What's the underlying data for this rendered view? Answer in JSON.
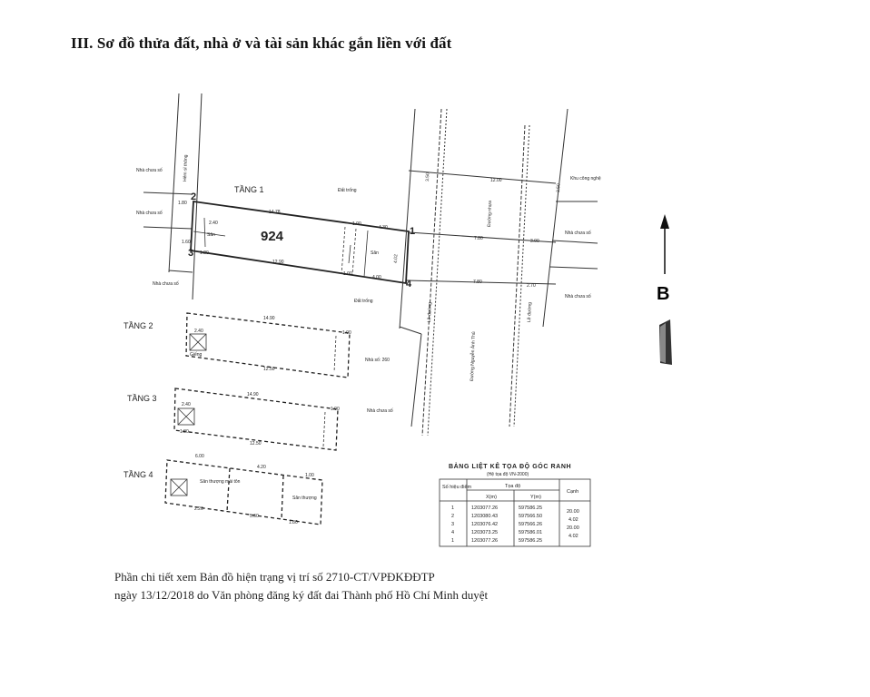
{
  "heading": "III. Sơ đồ thửa đất, nhà ở và tài sản khác gắn liền với đất",
  "plan": {
    "parcel_number": "924",
    "floors": [
      "TẦNG 1",
      "TẦNG 2",
      "TẦNG 3",
      "TẦNG 4"
    ],
    "corner_points": [
      "1",
      "2",
      "3",
      "4"
    ],
    "north_label": "B",
    "labels": {
      "nha_chua_so": "Nhà chưa số",
      "hem_thong": "Hẻm sỉ thông",
      "dat_trong": "Đất trống",
      "duong_nhua": "Đường nhựa",
      "le_duong": "Lề đường",
      "khu_dang": "Khu công nghệ",
      "nha_so": "Nhà số: 260",
      "san": "Sân",
      "gieng": "Giếng",
      "san_thuong_mai_ton": "Sân thượng mái tôn",
      "san_thuong": "Sân thượng",
      "street_name": "Đường Nguyễn Ảnh Thủ"
    },
    "dimensions": {
      "d1478": "14.78",
      "d1290": "12.90",
      "d240": "2.40",
      "d180": "1.80",
      "d160": "1.60",
      "d120": "1.20",
      "d100": "1.00",
      "d430": "4.30",
      "d402": "4.02",
      "d400": "4.00",
      "d350": "3.50",
      "d12": "12.00",
      "d780": "7.80",
      "d300": "3.00",
      "d270": "2.70",
      "d1490": "14.90",
      "d1250": "12.50",
      "d180b": "1.80",
      "d600": "6.00",
      "d560": "5.60",
      "d420": "4.20",
      "d220": "2.20",
      "d240b": "2.40"
    }
  },
  "coordinate_table": {
    "title": "BẢNG LIỆT KÊ TỌA ĐỘ GÓC RANH",
    "subtitle": "(Hệ tọa độ VN-2000)",
    "header_point": "Số hiệu điểm",
    "header_coord": "Tọa độ",
    "header_x": "X(m)",
    "header_y": "Y(m)",
    "header_edge": "Cạnh",
    "rows": [
      {
        "point": "1",
        "x": "1203077.26",
        "y": "597586.25",
        "edge": "20.00"
      },
      {
        "point": "2",
        "x": "1203080.43",
        "y": "597566.50",
        "edge": "4.02"
      },
      {
        "point": "3",
        "x": "1203076.42",
        "y": "597566.26",
        "edge": "20.00"
      },
      {
        "point": "4",
        "x": "1203073.25",
        "y": "597586.01",
        "edge": "4.02"
      },
      {
        "point": "1",
        "x": "1203077.26",
        "y": "597586.25",
        "edge": ""
      }
    ]
  },
  "footnote_line1": "Phần chi tiết xem Bản đồ hiện trạng vị trí số 2710-CT/VPĐKĐĐTP",
  "footnote_line2": "ngày 13/12/2018 do Văn phòng đăng ký đất đai Thành phố Hồ Chí Minh duyệt"
}
